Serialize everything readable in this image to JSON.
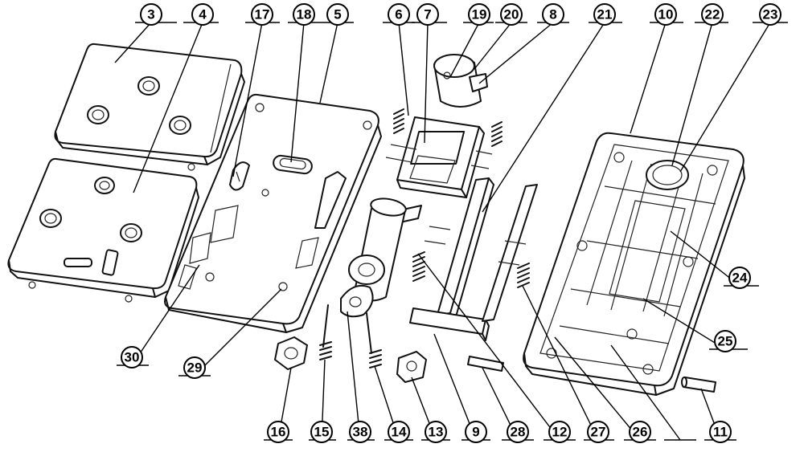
{
  "labels": [
    {
      "id": "3",
      "text": "3"
    },
    {
      "id": "4",
      "text": "4"
    },
    {
      "id": "17",
      "text": "17"
    },
    {
      "id": "18",
      "text": "18"
    },
    {
      "id": "5",
      "text": "5"
    },
    {
      "id": "6",
      "text": "6"
    },
    {
      "id": "7",
      "text": "7"
    },
    {
      "id": "19",
      "text": "19"
    },
    {
      "id": "20",
      "text": "20"
    },
    {
      "id": "8",
      "text": "8"
    },
    {
      "id": "21",
      "text": "21"
    },
    {
      "id": "10",
      "text": "10"
    },
    {
      "id": "22",
      "text": "22"
    },
    {
      "id": "23",
      "text": "23"
    },
    {
      "id": "24",
      "text": "24"
    },
    {
      "id": "25",
      "text": "25"
    },
    {
      "id": "30",
      "text": "30"
    },
    {
      "id": "29",
      "text": "29"
    },
    {
      "id": "16",
      "text": "16"
    },
    {
      "id": "15",
      "text": "15"
    },
    {
      "id": "38",
      "text": "38"
    },
    {
      "id": "14",
      "text": "14"
    },
    {
      "id": "13",
      "text": "13"
    },
    {
      "id": "9",
      "text": "9"
    },
    {
      "id": "28",
      "text": "28"
    },
    {
      "id": "12",
      "text": "12"
    },
    {
      "id": "27",
      "text": "27"
    },
    {
      "id": "26",
      "text": "26"
    },
    {
      "id": "11",
      "text": "11"
    }
  ]
}
